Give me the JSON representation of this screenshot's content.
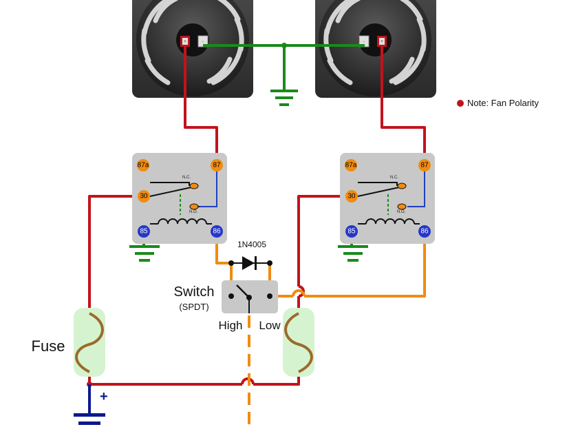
{
  "labels": {
    "note": "Note: Fan Polarity",
    "fuse": "Fuse",
    "switch": "Switch",
    "switch_type": "(SPDT)",
    "high": "High",
    "low": "Low",
    "diode": "1N4005",
    "positive": "+"
  },
  "fans": [
    {
      "pos": "+",
      "neg": "-"
    },
    {
      "pos": "+",
      "neg": "-"
    }
  ],
  "relays": [
    {
      "p87a": "87a",
      "p87": "87",
      "p30": "30",
      "p85": "85",
      "p86": "86",
      "nc": "N.C.",
      "no": "N.O."
    },
    {
      "p87a": "87a",
      "p87": "87",
      "p30": "30",
      "p85": "85",
      "p86": "86",
      "nc": "N.C.",
      "no": "N.O."
    }
  ],
  "colors": {
    "power": "#c0141c",
    "ground": "#1a8a1a",
    "switched": "#f08c10",
    "coil": "#1f3fbf",
    "battery": "#0d1a8c",
    "fuse_body": "#d6f3d0",
    "fuse_wire": "#9a6b2a",
    "relay_body": "#c8c8c8",
    "pin_orange": "#f08c10",
    "pin_blue": "#2638c8",
    "fan_frame": "#3c3c3c",
    "note_dot": "#c0141c"
  }
}
